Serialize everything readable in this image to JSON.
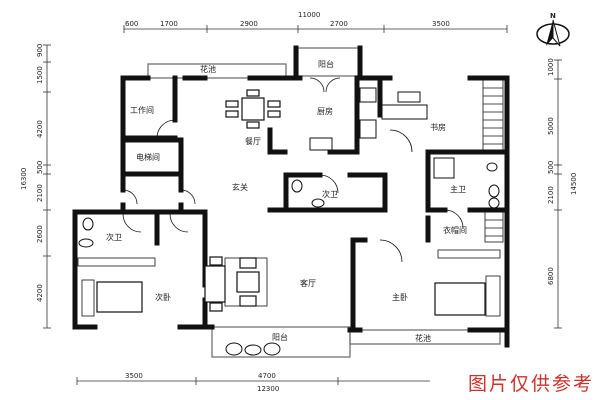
{
  "title": "Floor plan",
  "dimensions": {
    "top": {
      "segments": [
        "600",
        "1700",
        "2900",
        "2700",
        "3500"
      ],
      "total": "11000"
    },
    "bottom": {
      "segments": [
        "3500",
        "4700"
      ],
      "total": "12300"
    },
    "left": {
      "segments": [
        "900",
        "1500",
        "4200",
        "500",
        "2100",
        "2600",
        "4200"
      ],
      "total": "16300"
    },
    "right": {
      "segments": [
        "1000",
        "5000",
        "500",
        "2100",
        "6800"
      ],
      "total": "14500"
    }
  },
  "compass": {
    "label": "N"
  },
  "rooms": {
    "balcony_top": "阳台",
    "planter_top": "花池",
    "study": "工作间",
    "dining": "餐厅",
    "kitchen": "厨房",
    "library": "书房",
    "elevator": "电梯间",
    "foyer": "玄关",
    "bath2_center": "次卫",
    "master_bath": "主卫",
    "closet": "衣帽间",
    "bath2_left": "次卫",
    "second_bedroom": "次卧",
    "living": "客厅",
    "master_bedroom": "主卧",
    "balcony_bottom": "阳台",
    "planter_bottom": "花池"
  },
  "watermark": "图片仅供参考"
}
